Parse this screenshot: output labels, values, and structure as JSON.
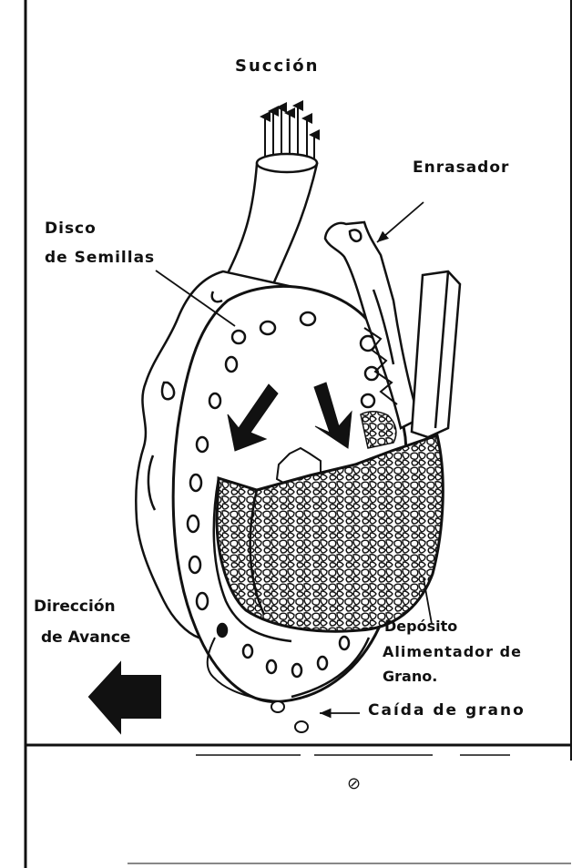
{
  "labels": {
    "suction": "Succión",
    "leveler": "Enrasador",
    "disc_line1": "Disco",
    "disc_line2": "de Semillas",
    "direction_line1": "Dirección",
    "direction_line2": "de Avance",
    "hopper_line1": "Depósito",
    "hopper_line2": "Alimentador de",
    "hopper_line3": "Grano.",
    "grain_drop": "Caída de grano",
    "figure_mark": "⊘"
  },
  "colors": {
    "ink": "#111111",
    "paper": "#ffffff"
  }
}
